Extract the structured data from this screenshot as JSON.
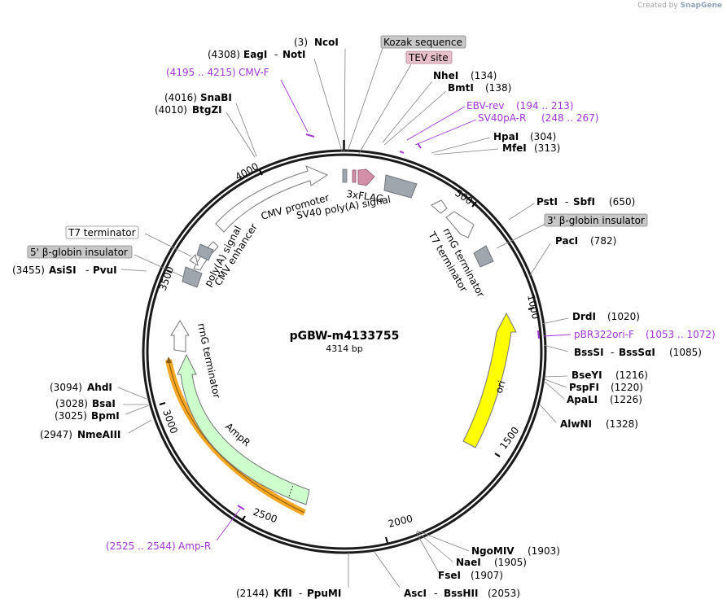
{
  "credit": {
    "prefix": "Created by",
    "brand": "SnapGene"
  },
  "plasmid": {
    "name": "pGBW-m4133755",
    "size": "4314 bp"
  },
  "ticks": [
    "500",
    "1000",
    "1500",
    "2000",
    "2500",
    "3000",
    "3500",
    "4000"
  ],
  "enzymes": [
    {
      "id": "ncoi",
      "pos": "(3)",
      "name": "NcoI"
    },
    {
      "id": "eagi",
      "pos": "(4308)",
      "name": "EagI",
      "name2": "NotI"
    },
    {
      "id": "nhei",
      "pos": "(134)",
      "name": "NheI"
    },
    {
      "id": "bmti",
      "pos": "(138)",
      "name": "BmtI"
    },
    {
      "id": "snabi",
      "pos": "(4016)",
      "name": "SnaBI"
    },
    {
      "id": "btgzi",
      "pos": "(4010)",
      "name": "BtgZI"
    },
    {
      "id": "hpai",
      "pos": "(304)",
      "name": "HpaI"
    },
    {
      "id": "mfei",
      "pos": "(313)",
      "name": "MfeI"
    },
    {
      "id": "psti",
      "pos": "(650)",
      "name": "PstI",
      "name2": "SbfI"
    },
    {
      "id": "paci",
      "pos": "(782)",
      "name": "PacI"
    },
    {
      "id": "asisi",
      "pos": "(3455)",
      "name": "AsiSI",
      "name2": "PvuI"
    },
    {
      "id": "drdi",
      "pos": "(1020)",
      "name": "DrdI"
    },
    {
      "id": "bsssi",
      "pos": "(1085)",
      "name": "BssSI",
      "name2": "BssSαI"
    },
    {
      "id": "bseyi",
      "pos": "(1216)",
      "name": "BseYI"
    },
    {
      "id": "pspfi",
      "pos": "(1220)",
      "name": "PspFI"
    },
    {
      "id": "apali",
      "pos": "(1226)",
      "name": "ApaLI"
    },
    {
      "id": "alwni",
      "pos": "(1328)",
      "name": "AlwNI"
    },
    {
      "id": "ahdi",
      "pos": "(3094)",
      "name": "AhdI"
    },
    {
      "id": "bsai",
      "pos": "(3028)",
      "name": "BsaI"
    },
    {
      "id": "bpmi",
      "pos": "(3025)",
      "name": "BpmI"
    },
    {
      "id": "nmeaiii",
      "pos": "(2947)",
      "name": "NmeAIII"
    },
    {
      "id": "ngomiv",
      "pos": "(1903)",
      "name": "NgoMIV"
    },
    {
      "id": "naei",
      "pos": "(1905)",
      "name": "NaeI"
    },
    {
      "id": "fsei",
      "pos": "(1907)",
      "name": "FseI"
    },
    {
      "id": "kfli",
      "pos": "(2144)",
      "name": "KflI",
      "name2": "PpuMI"
    },
    {
      "id": "asci",
      "pos": "(2053)",
      "name": "AscI",
      "name2": "BssHII"
    }
  ],
  "primers": [
    {
      "id": "cmvf",
      "range": "(4195 .. 4215)",
      "name": "CMV-F"
    },
    {
      "id": "ebvrev",
      "range": "(194 .. 213)",
      "name": "EBV-rev"
    },
    {
      "id": "sv40par",
      "range": "(248 .. 267)",
      "name": "SV40pA-R"
    },
    {
      "id": "pbr322",
      "range": "(1053 .. 1072)",
      "name": "pBR322ori-F"
    },
    {
      "id": "ampr",
      "range": "(2525 .. 2544)",
      "name": "Amp-R"
    }
  ],
  "boxed": [
    {
      "id": "kozak",
      "label": "Kozak sequence",
      "color": "#c8c8c8"
    },
    {
      "id": "tev",
      "label": "TEV site",
      "color": "#e8c0cc"
    },
    {
      "id": "bglob3",
      "label": "3' β-globin insulator",
      "color": "#c8c8c8"
    },
    {
      "id": "t7term",
      "label": "T7 terminator",
      "color": "#ffffff"
    },
    {
      "id": "bglob5",
      "label": "5' β-globin insulator",
      "color": "#c8c8c8"
    }
  ],
  "features": {
    "cmv_promoter": "CMV promoter",
    "cmv_enhancer": "CMV enhancer",
    "polya_signal": "poly(A) signal",
    "flag": "3xFLAG",
    "sv40": "SV40 poly(A) signal",
    "rrng_right": "rrnG terminator",
    "t7_right": "T7 terminator",
    "ori": "ori",
    "ampr": "AmpR",
    "rrng_left": "rrnG terminator",
    "t7_left": "T7 terminator"
  },
  "colors": {
    "ori": "#ffff00",
    "ampr": "#ccffcc",
    "ampr_primer": "#f5a623",
    "flag": "#d48fa8",
    "gray": "#a0a6ad",
    "primer": "#a035d8"
  }
}
